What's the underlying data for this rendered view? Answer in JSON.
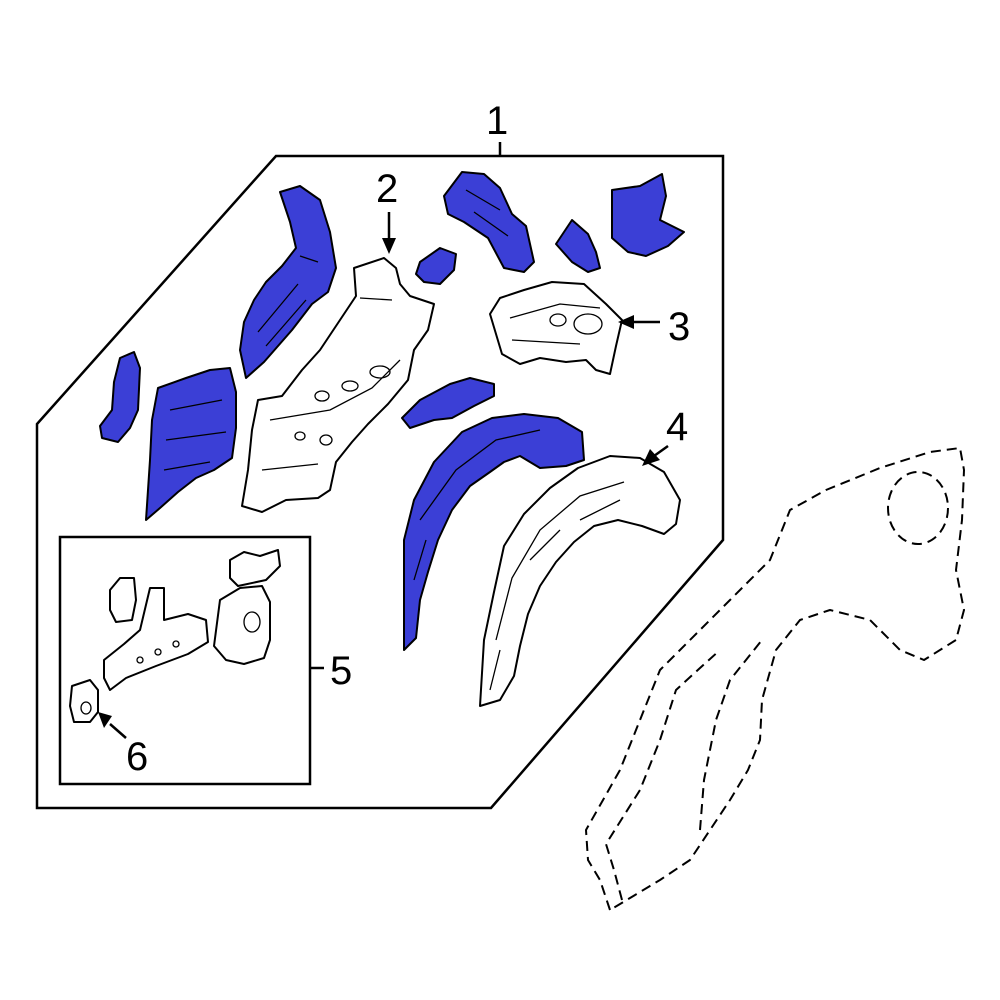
{
  "colors": {
    "part_fill": "#3b3fd6",
    "highlight_background": "#ffffff",
    "outline": "#000000"
  },
  "callouts": [
    {
      "id": "1",
      "label": "1"
    },
    {
      "id": "2",
      "label": "2"
    },
    {
      "id": "3",
      "label": "3"
    },
    {
      "id": "4",
      "label": "4"
    },
    {
      "id": "5",
      "label": "5"
    },
    {
      "id": "6",
      "label": "6"
    }
  ]
}
